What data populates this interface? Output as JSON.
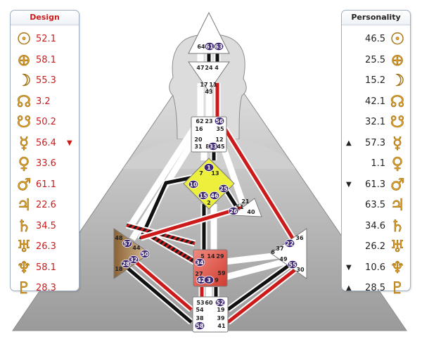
{
  "design": {
    "title": "Design",
    "rows": [
      {
        "icon": "sun-icon",
        "glyph": "☉",
        "value": "52.1",
        "mark": ""
      },
      {
        "icon": "earth-icon",
        "glyph": "⊕",
        "value": "58.1",
        "mark": ""
      },
      {
        "icon": "moon-icon",
        "glyph": "☽",
        "value": "55.3",
        "mark": ""
      },
      {
        "icon": "north-node-icon",
        "glyph": "☊",
        "value": "3.2",
        "mark": ""
      },
      {
        "icon": "south-node-icon",
        "glyph": "☋",
        "value": "50.2",
        "mark": ""
      },
      {
        "icon": "mercury-icon",
        "glyph": "☿",
        "value": "56.4",
        "mark": "▼"
      },
      {
        "icon": "venus-icon",
        "glyph": "♀",
        "value": "33.6",
        "mark": ""
      },
      {
        "icon": "mars-icon",
        "glyph": "♂",
        "value": "61.1",
        "mark": ""
      },
      {
        "icon": "jupiter-icon",
        "glyph": "♃",
        "value": "22.6",
        "mark": ""
      },
      {
        "icon": "saturn-icon",
        "glyph": "♄",
        "value": "34.5",
        "mark": ""
      },
      {
        "icon": "uranus-icon",
        "glyph": "♅",
        "value": "26.3",
        "mark": ""
      },
      {
        "icon": "neptune-icon",
        "glyph": "♆",
        "value": "58.1",
        "mark": ""
      },
      {
        "icon": "pluto-icon",
        "glyph": "♇",
        "value": "28.3",
        "mark": ""
      }
    ]
  },
  "personality": {
    "title": "Personality",
    "rows": [
      {
        "icon": "sun-icon",
        "glyph": "☉",
        "value": "46.5",
        "mark": ""
      },
      {
        "icon": "earth-icon",
        "glyph": "⊕",
        "value": "25.5",
        "mark": ""
      },
      {
        "icon": "moon-icon",
        "glyph": "☽",
        "value": "15.2",
        "mark": ""
      },
      {
        "icon": "north-node-icon",
        "glyph": "☊",
        "value": "42.1",
        "mark": ""
      },
      {
        "icon": "south-node-icon",
        "glyph": "☋",
        "value": "32.1",
        "mark": ""
      },
      {
        "icon": "mercury-icon",
        "glyph": "☿",
        "value": "57.3",
        "mark": "▲"
      },
      {
        "icon": "venus-icon",
        "glyph": "♀",
        "value": "1.1",
        "mark": ""
      },
      {
        "icon": "mars-icon",
        "glyph": "♂",
        "value": "61.3",
        "mark": "▼"
      },
      {
        "icon": "jupiter-icon",
        "glyph": "♃",
        "value": "63.5",
        "mark": ""
      },
      {
        "icon": "saturn-icon",
        "glyph": "♄",
        "value": "34.6",
        "mark": ""
      },
      {
        "icon": "uranus-icon",
        "glyph": "♅",
        "value": "26.2",
        "mark": ""
      },
      {
        "icon": "neptune-icon",
        "glyph": "♆",
        "value": "10.6",
        "mark": "▼"
      },
      {
        "icon": "pluto-icon",
        "glyph": "♇",
        "value": "28.5",
        "mark": "▲"
      }
    ]
  },
  "colors": {
    "design": "#cc1a1a",
    "personality": "#222222",
    "glyph": "#e3a42a",
    "defined_head": "#ffffff",
    "defined_g": "#ecef3c",
    "defined_spleen": "#b38a5c",
    "defined_sacral": "#e2574c",
    "gate_circle": "#3d2672"
  },
  "centers": [
    {
      "id": "head",
      "name": "head-center"
    },
    {
      "id": "ajna",
      "name": "ajna-center"
    },
    {
      "id": "throat",
      "name": "throat-center"
    },
    {
      "id": "g",
      "name": "g-center"
    },
    {
      "id": "heart",
      "name": "heart-center"
    },
    {
      "id": "spleen",
      "name": "spleen-center"
    },
    {
      "id": "sacral",
      "name": "sacral-center"
    },
    {
      "id": "solar",
      "name": "solar-plexus-center"
    },
    {
      "id": "root",
      "name": "root-center"
    }
  ],
  "gates": [
    {
      "num": "64",
      "hl": false
    },
    {
      "num": "61",
      "hl": true
    },
    {
      "num": "63",
      "hl": true
    },
    {
      "num": "47",
      "hl": false
    },
    {
      "num": "24",
      "hl": false
    },
    {
      "num": "4",
      "hl": false
    },
    {
      "num": "17",
      "hl": false
    },
    {
      "num": "11",
      "hl": false
    },
    {
      "num": "43",
      "hl": false
    },
    {
      "num": "62",
      "hl": false
    },
    {
      "num": "23",
      "hl": false
    },
    {
      "num": "56",
      "hl": true
    },
    {
      "num": "16",
      "hl": false
    },
    {
      "num": "35",
      "hl": false
    },
    {
      "num": "20",
      "hl": false
    },
    {
      "num": "12",
      "hl": false
    },
    {
      "num": "31",
      "hl": false
    },
    {
      "num": "8",
      "hl": false
    },
    {
      "num": "33",
      "hl": true
    },
    {
      "num": "45",
      "hl": false
    },
    {
      "num": "1",
      "hl": true
    },
    {
      "num": "7",
      "hl": false
    },
    {
      "num": "13",
      "hl": false
    },
    {
      "num": "10",
      "hl": true
    },
    {
      "num": "25",
      "hl": true
    },
    {
      "num": "15",
      "hl": true
    },
    {
      "num": "46",
      "hl": true
    },
    {
      "num": "2",
      "hl": false
    },
    {
      "num": "21",
      "hl": false
    },
    {
      "num": "51",
      "hl": false
    },
    {
      "num": "26",
      "hl": true
    },
    {
      "num": "40",
      "hl": false
    },
    {
      "num": "48",
      "hl": false
    },
    {
      "num": "57",
      "hl": true
    },
    {
      "num": "44",
      "hl": false
    },
    {
      "num": "50",
      "hl": true
    },
    {
      "num": "28",
      "hl": true
    },
    {
      "num": "32",
      "hl": true
    },
    {
      "num": "18",
      "hl": false
    },
    {
      "num": "5",
      "hl": false
    },
    {
      "num": "14",
      "hl": false
    },
    {
      "num": "29",
      "hl": false
    },
    {
      "num": "34",
      "hl": true
    },
    {
      "num": "27",
      "hl": false
    },
    {
      "num": "59",
      "hl": false
    },
    {
      "num": "42",
      "hl": true
    },
    {
      "num": "3",
      "hl": true
    },
    {
      "num": "9",
      "hl": false
    },
    {
      "num": "36",
      "hl": false
    },
    {
      "num": "6",
      "hl": false
    },
    {
      "num": "37",
      "hl": false
    },
    {
      "num": "22",
      "hl": true
    },
    {
      "num": "49",
      "hl": false
    },
    {
      "num": "55",
      "hl": true
    },
    {
      "num": "30",
      "hl": false
    },
    {
      "num": "53",
      "hl": false
    },
    {
      "num": "60",
      "hl": false
    },
    {
      "num": "52",
      "hl": true
    },
    {
      "num": "54",
      "hl": false
    },
    {
      "num": "19",
      "hl": false
    },
    {
      "num": "38",
      "hl": false
    },
    {
      "num": "39",
      "hl": false
    },
    {
      "num": "58",
      "hl": true
    },
    {
      "num": "41",
      "hl": false
    }
  ]
}
